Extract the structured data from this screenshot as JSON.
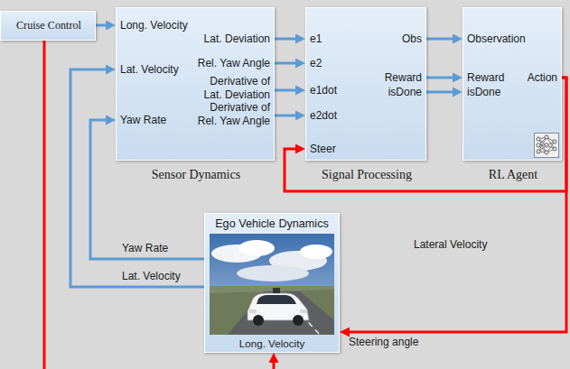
{
  "diagram": {
    "nodes": [
      {
        "text": [
          "Cruise Control"
        ]
      },
      {
        "text": [
          "Sensor Dynamics",
          "Long. Velocity",
          "Lat. Velocity",
          "Yaw Rate",
          "Lat. Deviation",
          "Rel. Yaw Angle",
          "Derivative of Lat. Deviation",
          "Derivative of Rel. Yaw Angle"
        ]
      },
      {
        "text": [
          "Signal Processing",
          "e1",
          "e2",
          "e1dot",
          "e2dot",
          "Steer",
          "Obs",
          "Reward",
          "isDone"
        ]
      },
      {
        "text": [
          "RL Agent",
          "Observation",
          "Reward",
          "isDone",
          "Action"
        ]
      },
      {
        "text": [
          "Ego Vehicle Dynamics",
          "Long. Velocity"
        ]
      }
    ],
    "edges": [
      {
        "from": 0,
        "to": 1,
        "arrow": "to"
      },
      {
        "from": 1,
        "to": 2,
        "arrow": "to"
      },
      {
        "from": 1,
        "to": 2,
        "arrow": "to"
      },
      {
        "from": 1,
        "to": 2,
        "arrow": "to"
      },
      {
        "from": 1,
        "to": 2,
        "arrow": "to"
      },
      {
        "from": 2,
        "to": 3,
        "arrow": "to"
      },
      {
        "from": 2,
        "to": 3,
        "arrow": "to"
      },
      {
        "from": 2,
        "to": 3,
        "arrow": "to"
      },
      {
        "from": 3,
        "to": 2,
        "arrow": "to"
      },
      {
        "from": 3,
        "to": 4,
        "arrow": "to"
      },
      {
        "from": 4,
        "to": 1,
        "label": "Yaw Rate",
        "arrow": "to"
      },
      {
        "from": 4,
        "to": 1,
        "label": "Lat. Velocity",
        "arrow": "to"
      },
      {
        "from": 0,
        "to": 4,
        "arrow": "to"
      }
    ],
    "labels": [
      "Lateral Velocity",
      "Steering angle"
    ]
  }
}
